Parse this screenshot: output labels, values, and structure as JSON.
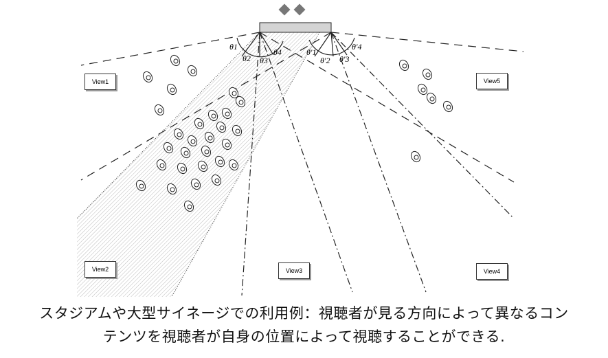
{
  "views": [
    "View1",
    "View2",
    "View3",
    "View4",
    "View5"
  ],
  "angles_left": [
    "θ1",
    "θ2",
    "θ3",
    "θ4"
  ],
  "angles_right": [
    "θ'1",
    "θ'2",
    "θ'3",
    "θ'4"
  ],
  "caption": {
    "line1": "スタジアムや大型サイネージでの利用例：視聴者が見る方向によって異なるコン",
    "line2": "テンツを視聴者が自身の位置によって視聴することができる."
  },
  "colors": {
    "display": "#d4d4d4",
    "camera": "#777777",
    "hatch": "#bbbbbb"
  }
}
